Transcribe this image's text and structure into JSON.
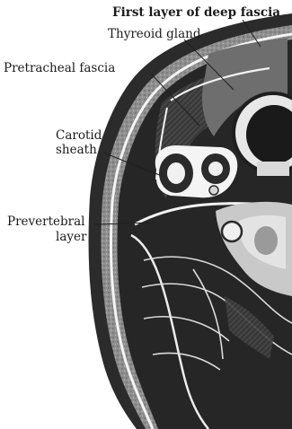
{
  "labels": {
    "first_layer": "First layer of deep fascia",
    "thyroid": "Thyreoid gland",
    "pretracheal": "Pretracheal fascia",
    "carotid_line1": "Carotid",
    "carotid_line2": "sheath",
    "prevertebral_line1": "Prevertebral",
    "prevertebral_line2": "layer"
  }
}
